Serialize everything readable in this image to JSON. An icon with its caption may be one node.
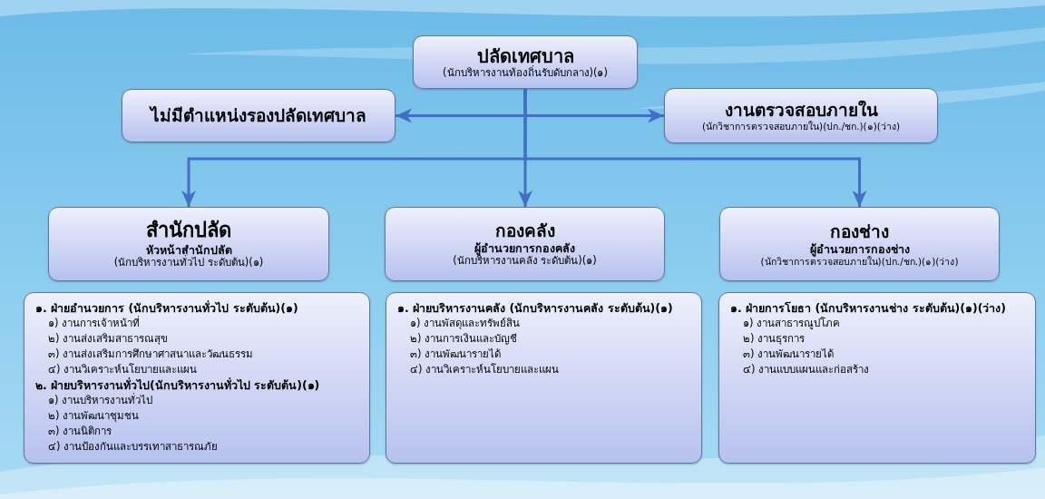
{
  "diagram": {
    "nodes": [
      {
        "text": [
          "ปลัดเทศบาล",
          "(นักบริหารงานท้องถิ่นรับดับกลาง)(๑)"
        ]
      },
      {
        "text": [
          "ไม่มีตำแหน่งรองปลัดเทศบาล"
        ]
      },
      {
        "text": [
          "งานตรวจสอบภายใน",
          "(นักวิชาการตรวจสอบภายใน)(ปก./ชก.)(๑)(ว่าง)"
        ]
      },
      {
        "text": [
          "สำนักปลัด",
          "หัวหน้าสำนักปลัด",
          "(นักบริหารงานทั่วไป ระดับต้น)(๑)"
        ]
      },
      {
        "text": [
          "กองคลัง",
          "ผู้อำนวยการกองคลัง",
          "(นักบริหารงานคลัง ระดับต้น)(๑)"
        ]
      },
      {
        "text": [
          "กองช่าง",
          "ผู้อำนวยการกองช่าง",
          "(นักวิชาการตรวจสอบภายใน)(ปก./ชก.)(๑)(ว่าง)"
        ]
      },
      {
        "text": [
          "๑. ฝ่ายอำนวยการ (นักบริหารงานทั่วไป ระดับต้น)(๑)",
          "๑) งานการเจ้าหน้าที่",
          "๒) งานส่งเสริมสาธารณสุข",
          "๓) งานส่งเสริมการศึกษาศาสนาและวัฒนธรรม",
          "๔) งานวิเคราะห์นโยบายและแผน",
          "๒. ฝ่ายบริหารงานทั่วไป(นักบริหารงานทั่วไป ระดับต้น)(๑)",
          "๑) งานบริหารงานทั่วไป",
          "๒) งานพัฒนาชุมชน",
          "๓) งานนิติการ",
          "๔) งานป้องกันและบรรเทาสาธารณภัย"
        ]
      },
      {
        "text": [
          "๑. ฝ่ายบริหารงานคลัง (นักบริหารงานคลัง ระดับต้น)(๑)",
          "๑) งานพัสดุและทรัพย์สิน",
          "๒) งานการเงินและบัญชี",
          "๓) งานพัฒนารายได้",
          "๔) งานวิเคราะห์นโยบายและแผน"
        ]
      },
      {
        "text": [
          "๑. ฝ่ายการโยธา (นักบริหารงานช่าง ระดับต้น)(๑)(ว่าง)",
          "๑) งานสาธารณูปโภค",
          "๒) งานธุรการ",
          "๓) งานพัฒนารายได้",
          "๔) งานแบบแผนและก่อสร้าง"
        ]
      }
    ],
    "edges": [
      {
        "from": 0,
        "to": 1,
        "arrow": "to"
      },
      {
        "from": 0,
        "to": 2,
        "arrow": "to"
      },
      {
        "from": 0,
        "to": 3,
        "arrow": "to"
      },
      {
        "from": 0,
        "to": 4,
        "arrow": "to"
      },
      {
        "from": 0,
        "to": 5,
        "arrow": "to"
      }
    ]
  }
}
